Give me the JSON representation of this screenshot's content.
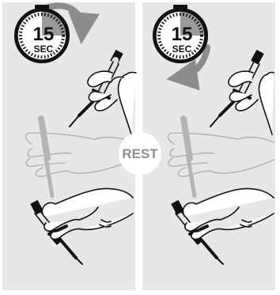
{
  "timer_left": {
    "seconds": "15",
    "unit": "SEC"
  },
  "timer_right": {
    "seconds": "15",
    "unit": "SEC"
  },
  "center_label": "REST",
  "colors": {
    "panel_background": "#e7e7e7",
    "timer_face": "#ffffff",
    "timer_quarter": "#9a9a9a",
    "arrow": "#8c8c8c",
    "ink": "#111111",
    "faded_ink": "#b5b5b5",
    "rest_badge": "#ffffff",
    "rest_text": "#8f8f8f"
  },
  "icons": {
    "timer": "stopwatch-icon",
    "rotation_left_panel": "clockwise-arrow-icon",
    "rotation_right_panel": "counterclockwise-arrow-icon"
  }
}
